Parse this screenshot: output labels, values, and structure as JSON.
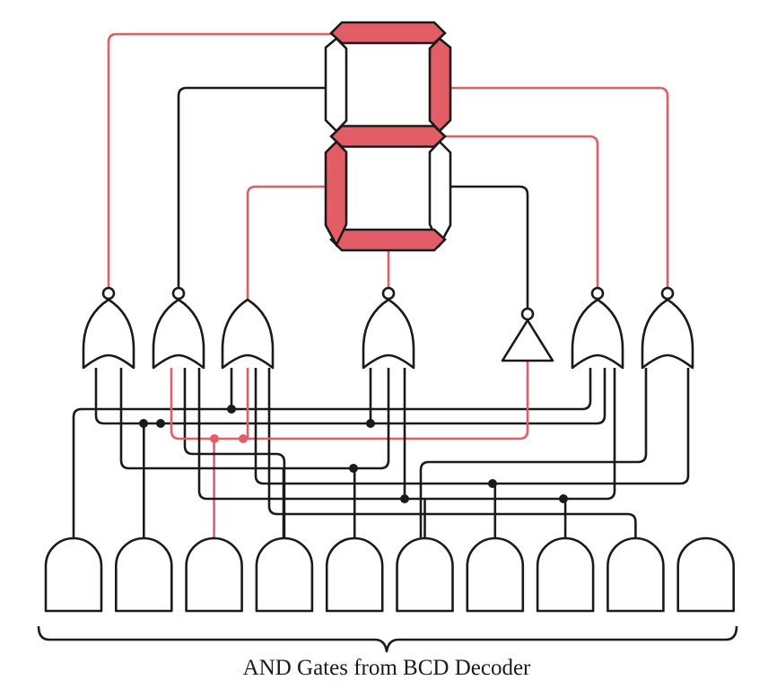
{
  "caption": "AND Gates from BCD Decoder",
  "colors": {
    "active": "#e35d66",
    "inactive_line": "#1a1a1a",
    "segment_off": "#ffffff",
    "background": "#ffffff"
  },
  "display": {
    "digit_shown": "2",
    "segments": {
      "a": true,
      "b": true,
      "c": false,
      "d": true,
      "e": true,
      "f": false,
      "g": true
    }
  },
  "logic_gates": {
    "nor_gate_count": 6,
    "not_gate_count": 1,
    "and_gate_count": 10,
    "driven_segments_order": [
      "a",
      "f",
      "e",
      "d",
      "c",
      "g",
      "b"
    ]
  },
  "active_and_gate_index": 2
}
